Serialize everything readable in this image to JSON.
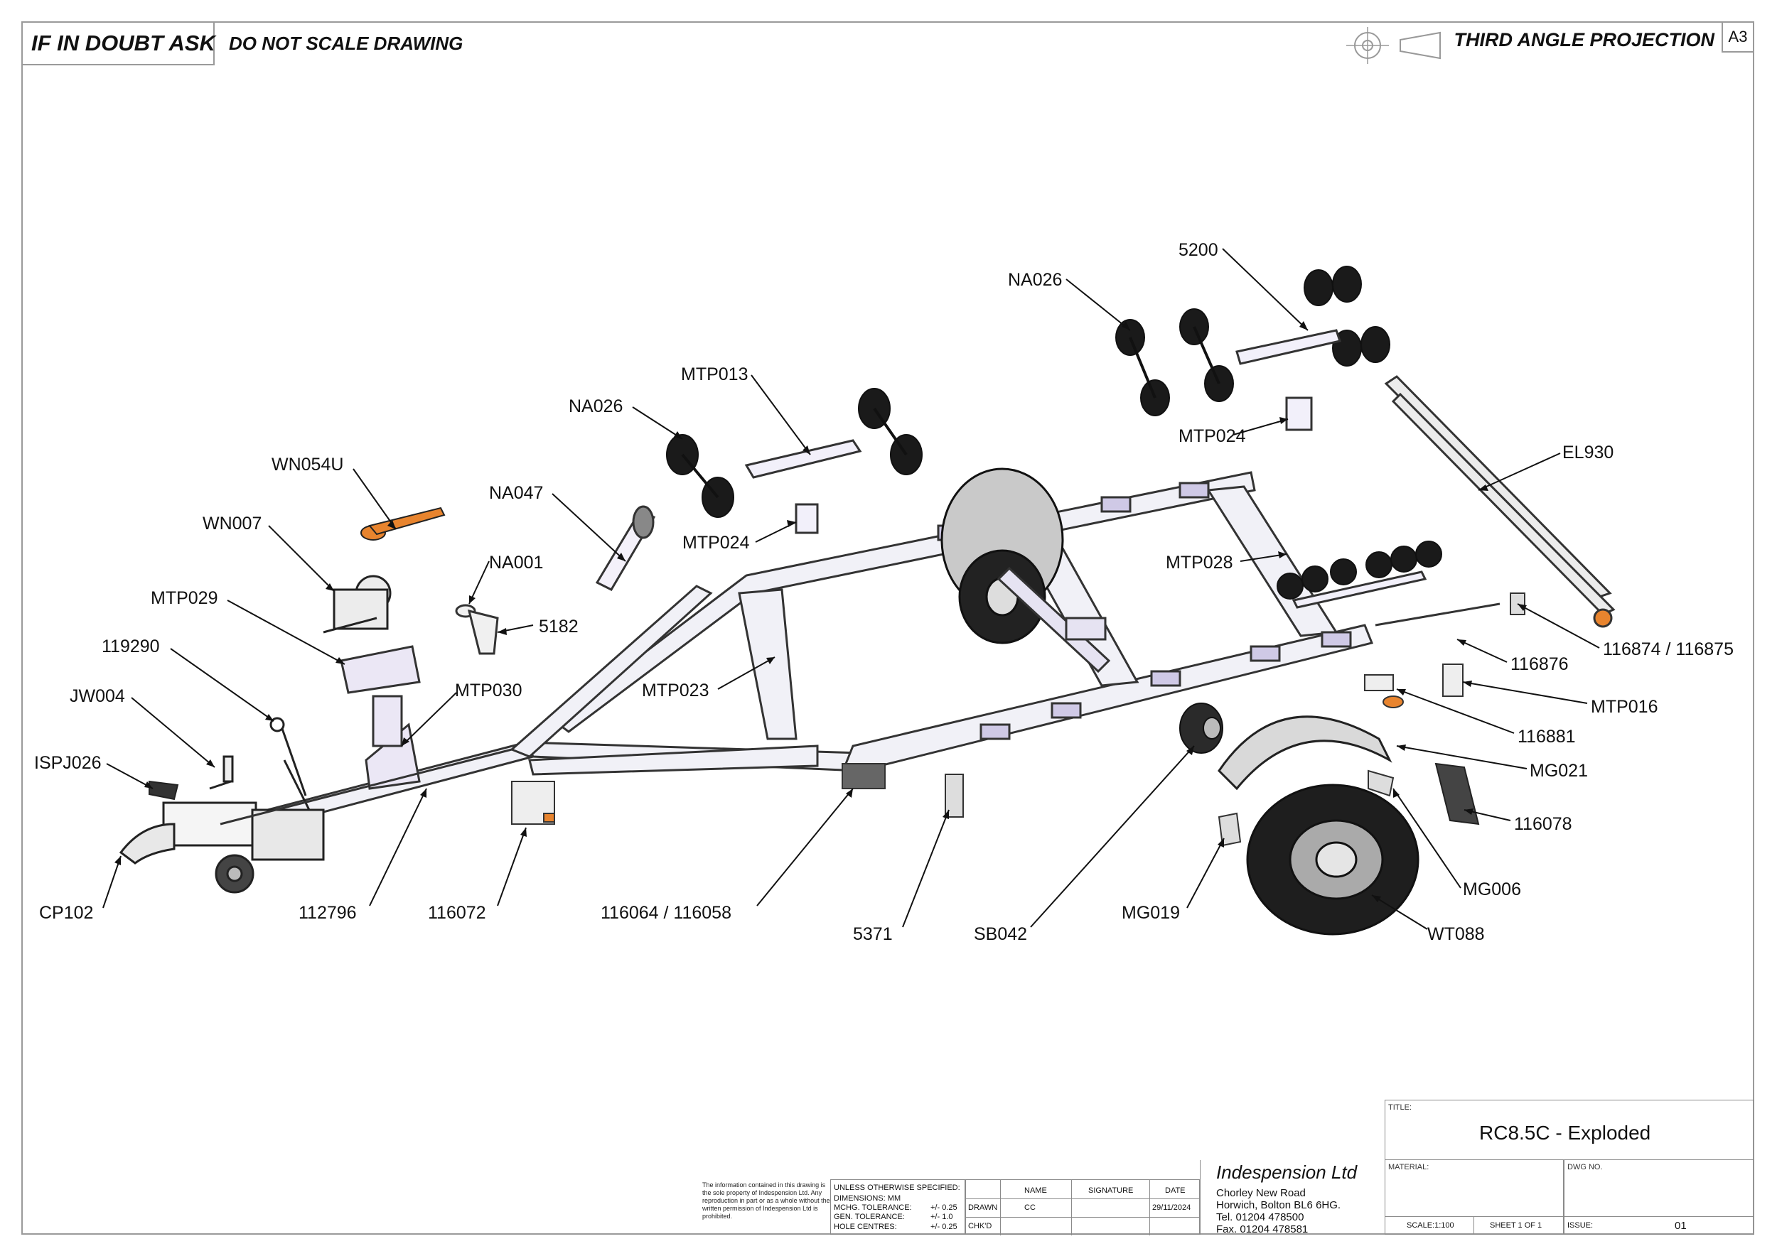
{
  "header": {
    "if_in_doubt": "IF IN DOUBT ASK",
    "do_not_scale": "DO NOT SCALE DRAWING",
    "projection": "THIRD ANGLE PROJECTION",
    "sheet_size": "A3"
  },
  "callouts": [
    {
      "id": "wn054u",
      "label": "WN054U"
    },
    {
      "id": "wn007",
      "label": "WN007"
    },
    {
      "id": "mtp029",
      "label": "MTP029"
    },
    {
      "id": "n119290",
      "label": "119290"
    },
    {
      "id": "jw004",
      "label": "JW004"
    },
    {
      "id": "ispj026",
      "label": "ISPJ026"
    },
    {
      "id": "cp102",
      "label": "CP102"
    },
    {
      "id": "n112796",
      "label": "112796"
    },
    {
      "id": "n116072",
      "label": "116072"
    },
    {
      "id": "n116064",
      "label": "116064 / 116058"
    },
    {
      "id": "n5371",
      "label": "5371"
    },
    {
      "id": "sb042",
      "label": "SB042"
    },
    {
      "id": "mg019",
      "label": "MG019"
    },
    {
      "id": "wt088",
      "label": "WT088"
    },
    {
      "id": "mg006",
      "label": "MG006"
    },
    {
      "id": "n116078",
      "label": "116078"
    },
    {
      "id": "mg021",
      "label": "MG021"
    },
    {
      "id": "n116881",
      "label": "116881"
    },
    {
      "id": "mtp016",
      "label": "MTP016"
    },
    {
      "id": "n116876",
      "label": "116876"
    },
    {
      "id": "n116874",
      "label": "116874 / 116875"
    },
    {
      "id": "el930",
      "label": "EL930"
    },
    {
      "id": "mtp028",
      "label": "MTP028"
    },
    {
      "id": "mtp024b",
      "label": "MTP024"
    },
    {
      "id": "na026b",
      "label": "NA026"
    },
    {
      "id": "n5200",
      "label": "5200"
    },
    {
      "id": "mtp013",
      "label": "MTP013"
    },
    {
      "id": "na026a",
      "label": "NA026"
    },
    {
      "id": "mtp024a",
      "label": "MTP024"
    },
    {
      "id": "na047",
      "label": "NA047"
    },
    {
      "id": "na001",
      "label": "NA001"
    },
    {
      "id": "n5182",
      "label": "5182"
    },
    {
      "id": "mtp030",
      "label": "MTP030"
    },
    {
      "id": "mtp023",
      "label": "MTP023"
    }
  ],
  "title_block": {
    "notice": "The information contained in this drawing is the sole property of Indespension Ltd. Any reproduction in part or as a whole without the written permission of Indespension Ltd is prohibited.",
    "unless": "UNLESS OTHERWISE SPECIFIED:",
    "dimensions": "DIMENSIONS:  MM",
    "mchg_tol_label": "MCHG. TOLERANCE:",
    "mchg_tol_val": "+/- 0.25",
    "gen_tol_label": "GEN. TOLERANCE:",
    "gen_tol_val": "+/- 1.0",
    "hole_label": "HOLE CENTRES:",
    "hole_val": "+/- 0.25",
    "col_name": "NAME",
    "col_signature": "SIGNATURE",
    "col_date": "DATE",
    "row_drawn": "DRAWN",
    "row_chkd": "CHK'D",
    "drawn_name": "CC",
    "drawn_date": "29/11/2024",
    "company": "Indespension Ltd",
    "address1": "Chorley New Road",
    "address2": "Horwich, Bolton BL6 6HG.",
    "tel": "Tel. 01204 478500",
    "fax": "Fax. 01204 478581",
    "title_label": "TITLE:",
    "title": "RC8.5C - Exploded",
    "material_label": "MATERIAL:",
    "dwg_no_label": "DWG NO.",
    "scale": "SCALE:1:100",
    "sheet": "SHEET 1 OF 1",
    "issue_label": "ISSUE:",
    "issue": "01"
  }
}
